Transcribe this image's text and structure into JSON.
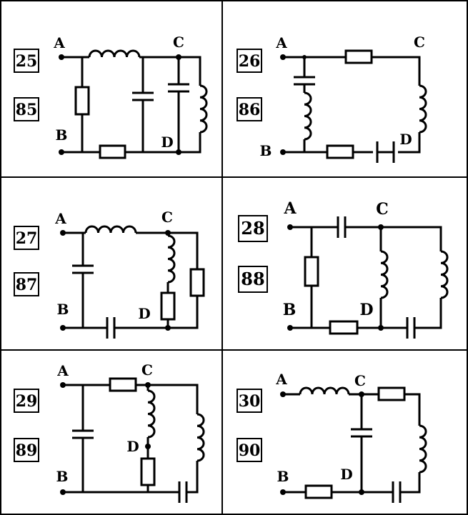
{
  "panels": [
    {
      "numbers": [
        "25",
        "85"
      ],
      "nodes": {
        "A": "A",
        "B": "B",
        "C": "C",
        "D": "D"
      }
    },
    {
      "numbers": [
        "26",
        "86"
      ],
      "nodes": {
        "A": "A",
        "B": "B",
        "C": "C",
        "D": "D"
      }
    },
    {
      "numbers": [
        "27",
        "87"
      ],
      "nodes": {
        "A": "A",
        "B": "B",
        "C": "C",
        "D": "D"
      }
    },
    {
      "numbers": [
        "28",
        "88"
      ],
      "nodes": {
        "A": "A",
        "B": "B",
        "C": "C",
        "D": "D"
      }
    },
    {
      "numbers": [
        "29",
        "89"
      ],
      "nodes": {
        "A": "A",
        "B": "B",
        "C": "C",
        "D": "D"
      }
    },
    {
      "numbers": [
        "30",
        "90"
      ],
      "nodes": {
        "A": "A",
        "B": "B",
        "C": "C",
        "D": "D"
      }
    }
  ]
}
